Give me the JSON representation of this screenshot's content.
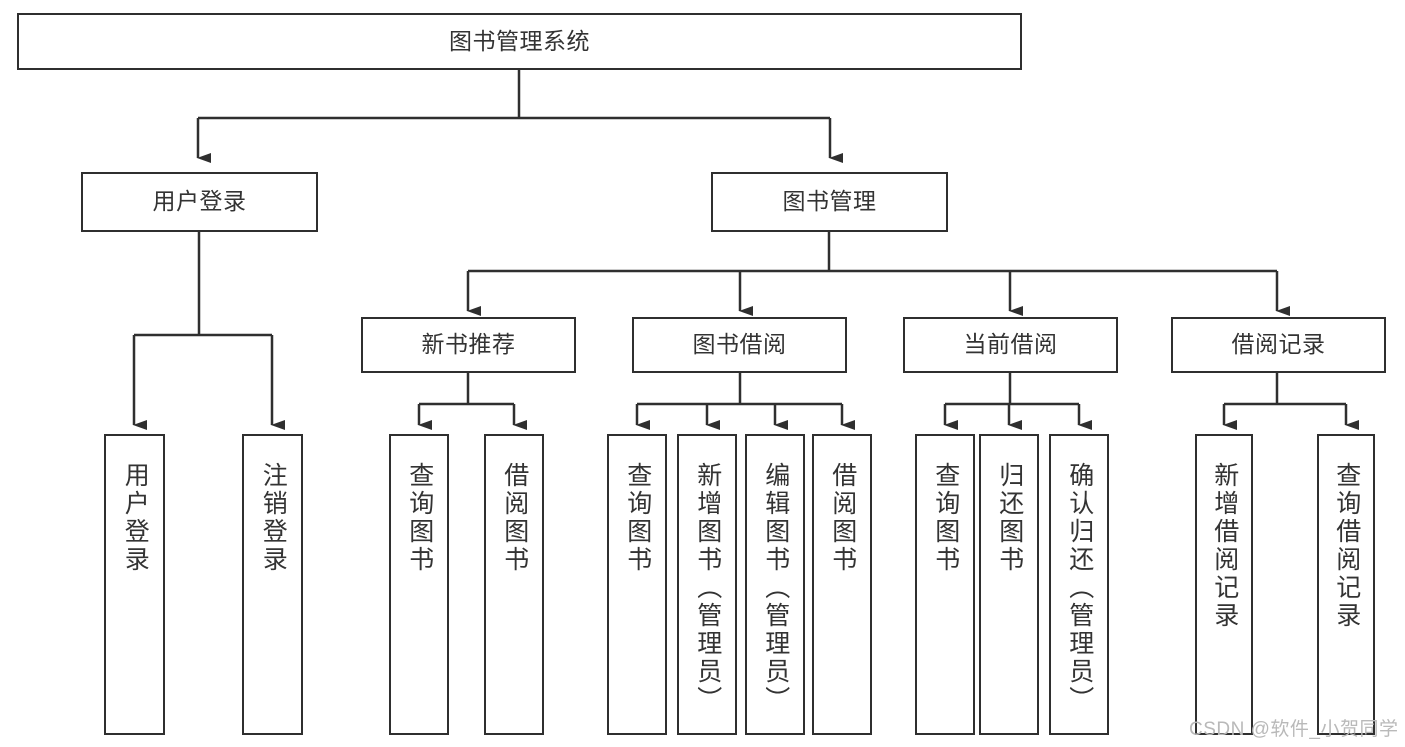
{
  "diagram": {
    "type": "tree-hierarchy",
    "title": "图书管理系统",
    "orientation": "top-down",
    "colors": {
      "stroke": "#2f2f2f",
      "text": "#333333",
      "background": "#ffffff",
      "watermark": "#b9b9b9"
    },
    "watermark": "CSDN @软件_小贺同学"
  },
  "nodes": {
    "root": {
      "label": "图书管理系统",
      "level": 0
    },
    "level1": [
      {
        "id": "user-login",
        "label": "用户登录"
      },
      {
        "id": "book-manage",
        "label": "图书管理"
      }
    ],
    "level2": [
      {
        "id": "new-book-recommend",
        "label": "新书推荐",
        "parent": "book-manage"
      },
      {
        "id": "book-borrow",
        "label": "图书借阅",
        "parent": "book-manage"
      },
      {
        "id": "current-borrow",
        "label": "当前借阅",
        "parent": "book-manage"
      },
      {
        "id": "borrow-record",
        "label": "借阅记录",
        "parent": "book-manage"
      }
    ],
    "leaves": {
      "user-login": [
        {
          "id": "leaf-user-login",
          "label": "用户登录"
        },
        {
          "id": "leaf-user-logout",
          "label": "注销登录"
        }
      ],
      "new-book-recommend": [
        {
          "id": "leaf-query-book-1",
          "label": "查询图书"
        },
        {
          "id": "leaf-borrow-book-1",
          "label": "借阅图书"
        }
      ],
      "book-borrow": [
        {
          "id": "leaf-query-book-2",
          "label": "查询图书"
        },
        {
          "id": "leaf-add-book",
          "label": "新增图书（管理员）"
        },
        {
          "id": "leaf-edit-book",
          "label": "编辑图书（管理员）"
        },
        {
          "id": "leaf-borrow-book-2",
          "label": "借阅图书"
        }
      ],
      "current-borrow": [
        {
          "id": "leaf-query-book-3",
          "label": "查询图书"
        },
        {
          "id": "leaf-return-book",
          "label": "归还图书"
        },
        {
          "id": "leaf-confirm-return",
          "label": "确认归还（管理员）"
        }
      ],
      "borrow-record": [
        {
          "id": "leaf-add-record",
          "label": "新增借阅记录"
        },
        {
          "id": "leaf-query-record",
          "label": "查询借阅记录"
        }
      ]
    }
  }
}
